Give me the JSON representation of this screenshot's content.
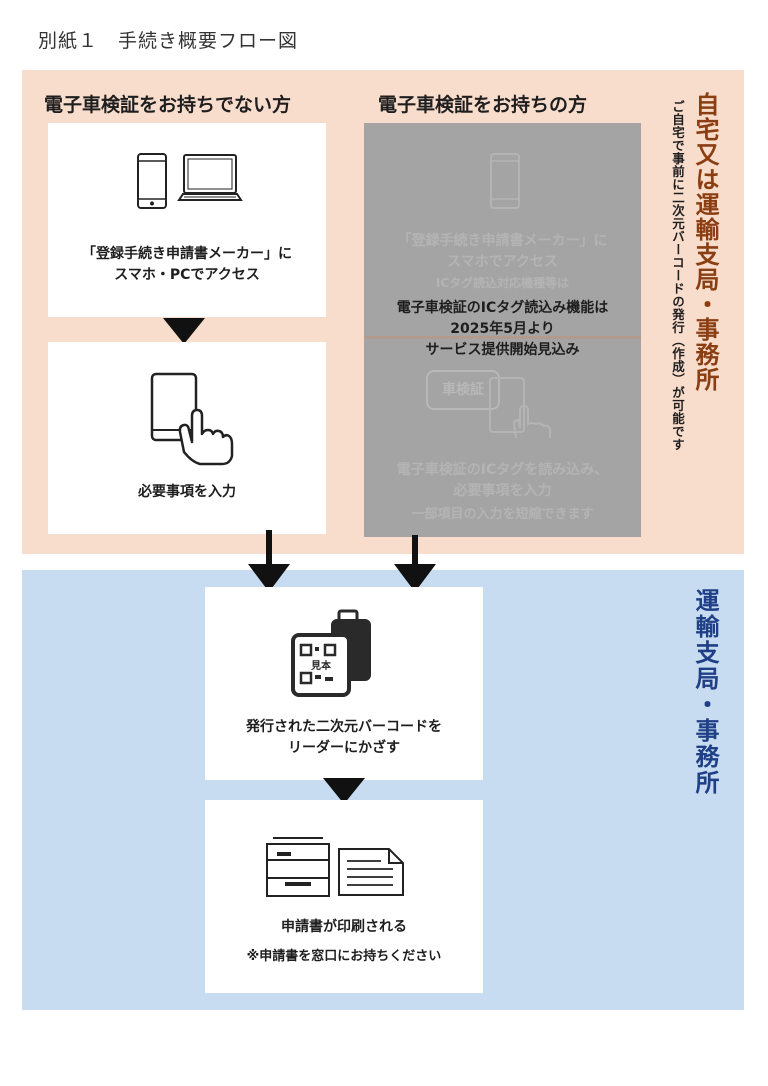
{
  "page_title": "別紙１　手続き概要フロー図",
  "home_section": {
    "label": "自宅又は運輸支局・事務所",
    "note": "ご自宅で事前に二次元バーコードの発行（作成）が可能です",
    "background_color": "#f8dccc",
    "label_color": "#8a3e12",
    "left_column": {
      "heading": "電子車検証をお持ちでない方",
      "steps": [
        {
          "icons": [
            "smartphone-icon",
            "laptop-icon"
          ],
          "lines": [
            "「登録手続き申請書メーカー」に",
            "スマホ・PCでアクセス"
          ]
        },
        {
          "icons": [
            "tablet-touch-icon"
          ],
          "lines": [
            "必要事項を入力"
          ]
        }
      ]
    },
    "right_column": {
      "heading": "電子車検証をお持ちの方",
      "faded_lines_top": [
        "「登録手続き申請書メーカー」に",
        "スマホでアクセス",
        "ICタグ読込対応機種等は"
      ],
      "faded_badge": "車検証",
      "faded_lines_bottom": [
        "電子車検証のICタグを読み込み、",
        "必要事項を入力",
        "一部項目の入力を短縮できます"
      ],
      "overlay_message": [
        "電子車検証のICタグ読込み機能は",
        "2025年5月より",
        "サービス提供開始見込み"
      ]
    }
  },
  "office_section": {
    "label": "運輸支局・事務所",
    "background_color": "#c7dcf0",
    "label_color": "#1f3f86",
    "steps": [
      {
        "icons": [
          "qr-code-phone-icon"
        ],
        "qr_text": "見本",
        "lines": [
          "発行された二次元バーコードを",
          "リーダーにかざす"
        ]
      },
      {
        "icons": [
          "printer-icon",
          "document-icon"
        ],
        "lines": [
          "申請書が印刷される"
        ],
        "note": "※申請書を窓口にお持ちください"
      }
    ]
  }
}
